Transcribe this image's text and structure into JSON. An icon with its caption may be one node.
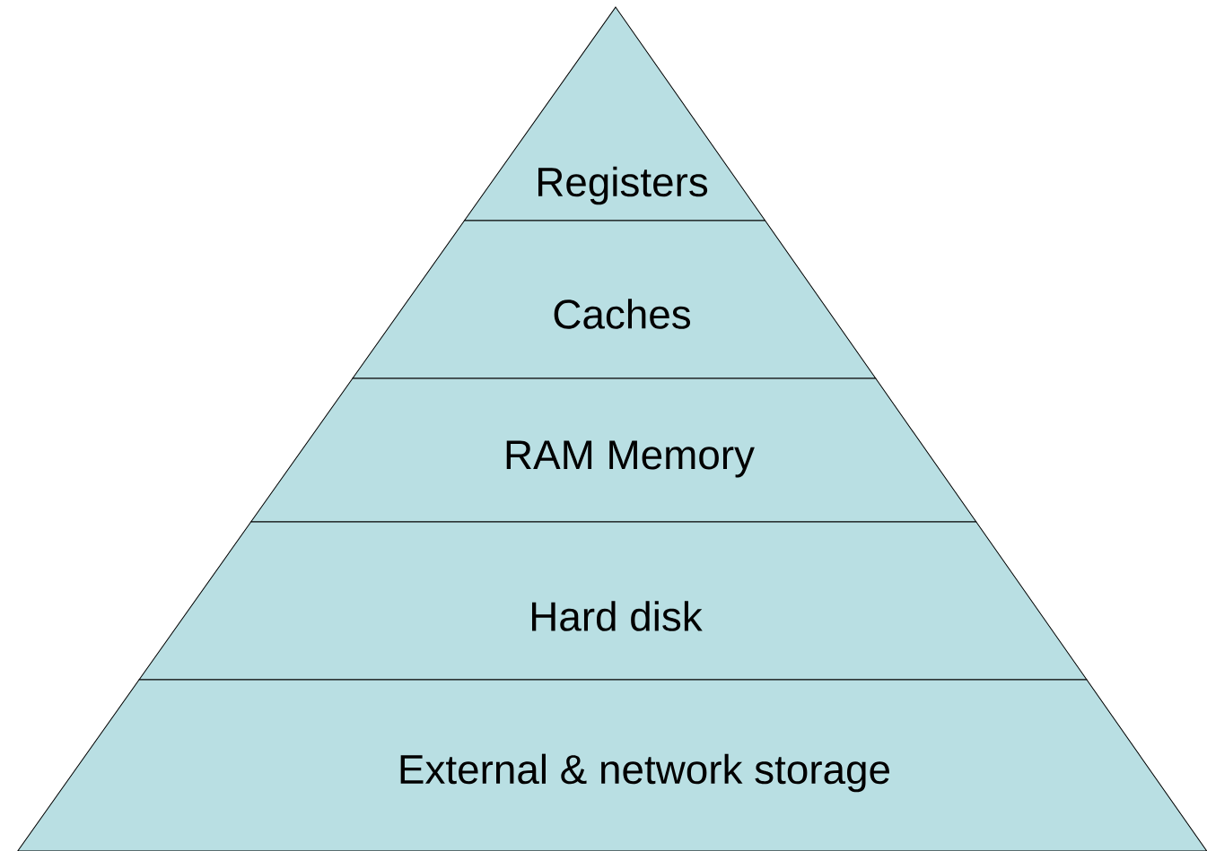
{
  "diagram": {
    "nodes": [
      {
        "text": [
          "Registers"
        ]
      },
      {
        "text": [
          "Caches"
        ]
      },
      {
        "text": [
          "RAM Memory"
        ]
      },
      {
        "text": [
          "Hard disk"
        ]
      },
      {
        "text": [
          "External & network storage"
        ]
      }
    ]
  }
}
